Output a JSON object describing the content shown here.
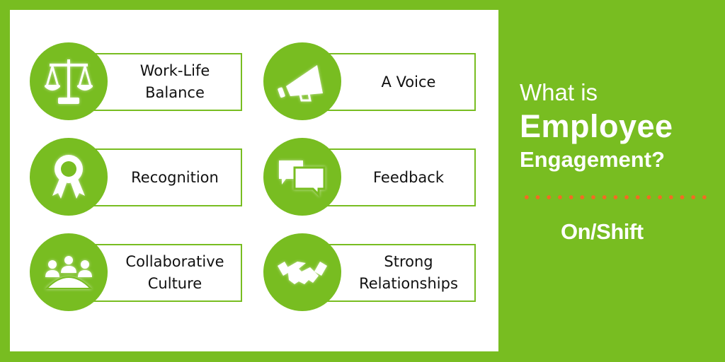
{
  "colors": {
    "brand_green": "#78bd21",
    "dot_orange": "#f26b23",
    "text_dark": "#111111",
    "white": "#ffffff"
  },
  "items": [
    {
      "label": "Work-Life\nBalance",
      "icon": "scales-icon"
    },
    {
      "label": "A Voice",
      "icon": "megaphone-icon"
    },
    {
      "label": "Recognition",
      "icon": "award-ribbon-icon"
    },
    {
      "label": "Feedback",
      "icon": "speech-bubbles-icon"
    },
    {
      "label": "Collaborative\nCulture",
      "icon": "team-meeting-icon"
    },
    {
      "label": "Strong\nRelationships",
      "icon": "handshake-icon"
    }
  ],
  "headline": {
    "line1": "What is",
    "line2": "Employee",
    "line3": "Engagement?"
  },
  "logo": {
    "text": "On/Shift"
  }
}
